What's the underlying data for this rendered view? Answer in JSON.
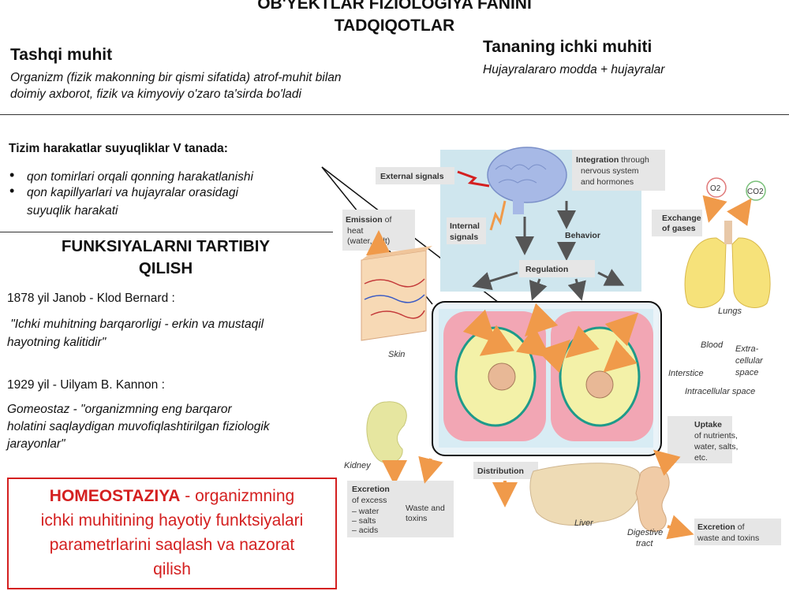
{
  "header": {
    "title_line1": "OB'YEKTLAR FIZIOLOGIYA FANINI",
    "title_line2": "TADQIQOTLAR"
  },
  "left_top": {
    "heading": "Tashqi muhit",
    "desc_line1": "Organizm (fizik makonning bir qismi sifatida) atrof-muhit bilan",
    "desc_line2": "doimiy axborot, fizik va kimyoviy o'zaro ta'sirda bo'ladi"
  },
  "right_top": {
    "heading": "Tananing ichki muhiti",
    "desc": "Hujayralararo modda + hujayralar"
  },
  "movement": {
    "heading": "Tizim harakatlar suyuqliklar V tanada:",
    "items": [
      "qon tomirlari orqali qonning harakatlanishi",
      "qon kapillyarlari va hujayralar orasidagi",
      "suyuqlik harakati"
    ]
  },
  "regulation": {
    "heading_line1": "FUNKSIYALARNI TARTIBIY",
    "heading_line2": "QILISH",
    "bernard_line": "1878 yil Janob - Klod Bernard :",
    "bernard_quote_line1": " \"Ichki muhitning barqarorligi - erkin va mustaqil",
    "bernard_quote_line2": "hayotning kalitidir\"",
    "cannon_line": "1929 yil - Uilyam B. Kannon :",
    "cannon_def_line1": "Gomeostaz - \"organizmning eng barqaror",
    "cannon_def_line2": "holatini saqlaydigan muvofiqlashtirilgan fiziologik",
    "cannon_def_line3": "jarayonlar\""
  },
  "homeostasis_box": {
    "term": "HOMEOSTAZIYA",
    "def_line1": " - organizmning",
    "def_line2": "ichki muhitining hayotiy funktsiyalari",
    "def_line3": "parametrlarini saqlash va nazorat",
    "def_line4": "qilish"
  },
  "diagram": {
    "external_signals": "External signals",
    "integration_bold": "Integration",
    "integration_rest1": " through",
    "integration_rest2": "nervous system",
    "integration_rest3": "and hormones",
    "internal_signals_1": "Internal",
    "internal_signals_2": "signals",
    "behavior": "Behavior",
    "regulation": "Regulation",
    "emission_bold": "Emission",
    "emission_rest": " of",
    "emission_2": "heat",
    "emission_3": "(water, salt)",
    "skin": "Skin",
    "exchange_1": "Exchange",
    "exchange_2": "of gases",
    "o2": "O2",
    "co2": "CO2",
    "lungs": "Lungs",
    "blood": "Blood",
    "extra_1": "Extra-",
    "extra_2": "cellular",
    "extra_3": "space",
    "interstice": "Interstice",
    "intracellular": "Intracellular space",
    "uptake_bold": "Uptake",
    "uptake_2": "of nutrients,",
    "uptake_3": "water, salts,",
    "uptake_4": "etc.",
    "kidney": "Kidney",
    "excretion_bold": "Excretion",
    "excretion_2": "of excess",
    "excretion_3": "– water",
    "excretion_4": "– salts",
    "excretion_5": "– acids",
    "waste_1": "Waste and",
    "waste_2": "toxins",
    "distribution": "Distribution",
    "liver": "Liver",
    "digestive_1": "Digestive",
    "digestive_2": "tract",
    "excretion2_bold": "Excretion",
    "excretion2_rest": " of",
    "excretion2_2": "waste and toxins"
  },
  "colors": {
    "accent_red": "#d42020",
    "panel_blue": "#cfe6ee",
    "arrow_orange": "#f09a4a",
    "cell_pink": "#f2a6b4"
  }
}
